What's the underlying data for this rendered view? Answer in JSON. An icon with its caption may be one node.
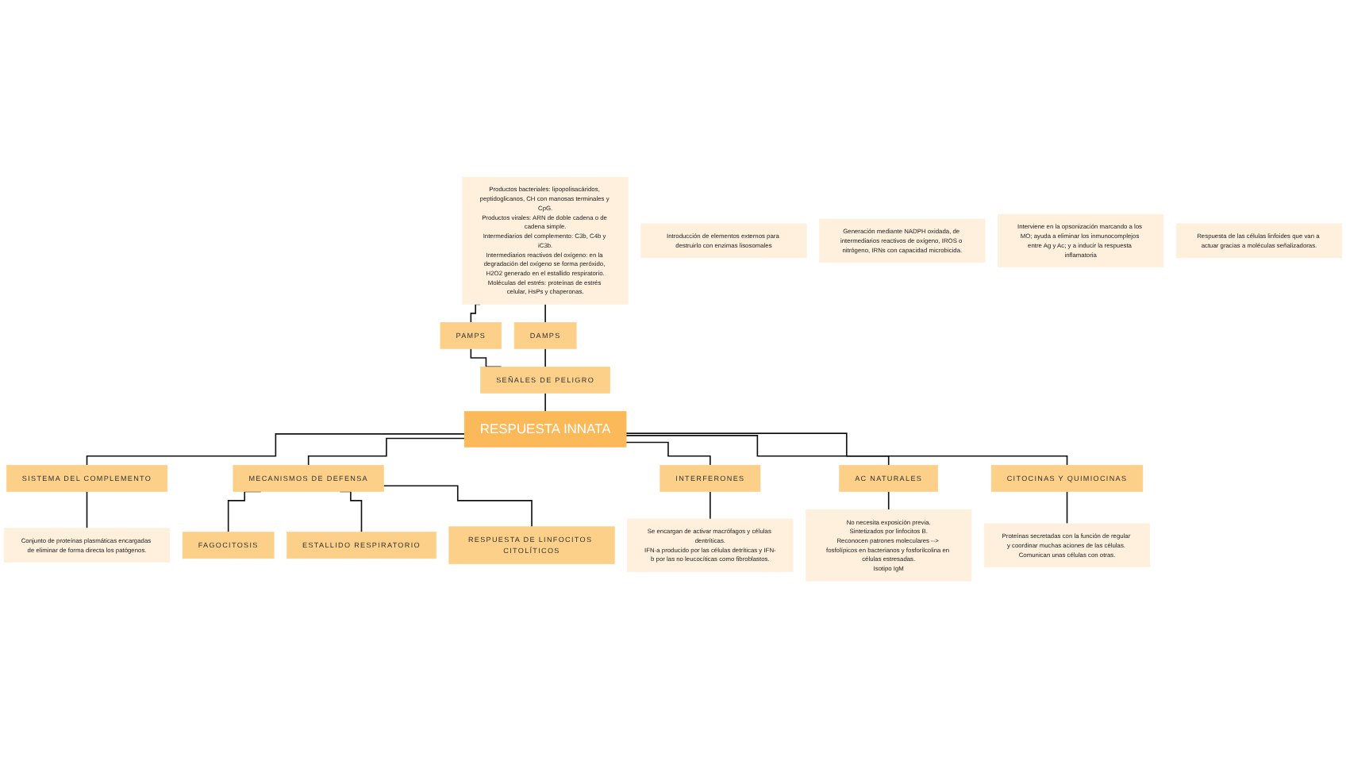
{
  "diagram": {
    "nodes": [
      {
        "text": [
          "Productos bacteriales: lipopolisacáridos, peptidoglicanos, CH con manosas terminales y CpG.",
          "Productos virales: ARN de doble cadena o de cadena simple.",
          "Intermediarios del complemento: C3b, C4b y iC3b.",
          "Intermediarios reactivos del oxígeno: en la degradación del oxígeno se forma peróxido, H2O2 generado en el estallido respiratorio.",
          "Moléculas del estrés: proteínas de estrés celular, HsPs y chaperonas."
        ]
      },
      {
        "text": [
          "PAMPS"
        ]
      },
      {
        "text": [
          "DAMPS"
        ]
      },
      {
        "text": [
          "Introducción de elementos externos para destruirlo con enzimas lisosomales"
        ]
      },
      {
        "text": [
          "FAGOCITOSIS"
        ]
      },
      {
        "text": [
          "SEÑALES DE PELIGRO"
        ]
      },
      {
        "text": [
          "SISTEMA DEL COMPLEMENTO"
        ]
      },
      {
        "text": [
          "Conjunto de proteínas plasmáticas encargadas de eliminar de forma directa los patógenos."
        ]
      },
      {
        "text": [
          "Generación mediante NADPH oxidada, de intermediarios reactivos de oxígeno, IROS o nitrógeno, IRNs con capacidad microbicida."
        ]
      },
      {
        "text": [
          "ESTALLIDO RESPIRATORIO"
        ]
      },
      {
        "text": [
          "MECANISMOS DE DEFENSA"
        ]
      },
      {
        "text": [
          "RESPUESTA INNATA"
        ]
      },
      {
        "text": [
          "Interviene en la opsonización marcando a los MO; ayuda a eliminar los inmunocomplejos entre Ag y Ac; y a inducir la respuesta inflamatoria"
        ]
      },
      {
        "text": [
          "Respuesta de las células linfoides que van a actuar gracias a moléculas señalizadoras."
        ]
      },
      {
        "text": [
          "RESPUESTA DE LINFOCITOS CITOLÍTICOS"
        ]
      },
      {
        "text": [
          "INTERFERONES"
        ]
      },
      {
        "text": [
          "AC NATURALES"
        ]
      },
      {
        "text": [
          "CITOCINAS Y QUIMIOCINAS"
        ]
      },
      {
        "text": [
          "Se encargan de activar macrófagos y células dentríticas.",
          "IFN-a producido por las células detríticas y IFN-b por las no leucocíticas como fibroblastos."
        ]
      },
      {
        "text": [
          "No necesita exposición previa.",
          "Sintetizados por linfocitos B.",
          "Reconocen patrones moleculares --> fosfolípicos en bacterianos y fosforilcolina en células estresadas.",
          "Isotipo IgM"
        ]
      },
      {
        "text": [
          "Proteínas secretadas con la función de regular y coordinar muchas aciones de las células. Comunican unas células con otras."
        ]
      }
    ],
    "edges": [
      {
        "from": 0,
        "to": 1,
        "arrow": "none"
      },
      {
        "from": 0,
        "to": 2,
        "arrow": "none"
      },
      {
        "from": 1,
        "to": 5,
        "arrow": "none"
      },
      {
        "from": 2,
        "to": 5,
        "arrow": "none"
      },
      {
        "from": 5,
        "to": 11,
        "arrow": "none"
      },
      {
        "from": 11,
        "to": 6,
        "arrow": "none"
      },
      {
        "from": 6,
        "to": 7,
        "arrow": "none"
      },
      {
        "from": 11,
        "to": 10,
        "arrow": "none"
      },
      {
        "from": 10,
        "to": 4,
        "arrow": "none"
      },
      {
        "from": 10,
        "to": 9,
        "arrow": "none"
      },
      {
        "from": 10,
        "to": 14,
        "arrow": "none"
      },
      {
        "from": 11,
        "to": 15,
        "arrow": "none"
      },
      {
        "from": 11,
        "to": 16,
        "arrow": "none"
      },
      {
        "from": 11,
        "to": 17,
        "arrow": "none"
      },
      {
        "from": 15,
        "to": 18,
        "arrow": "none"
      },
      {
        "from": 16,
        "to": 19,
        "arrow": "none"
      },
      {
        "from": 17,
        "to": 20,
        "arrow": "none"
      }
    ]
  }
}
